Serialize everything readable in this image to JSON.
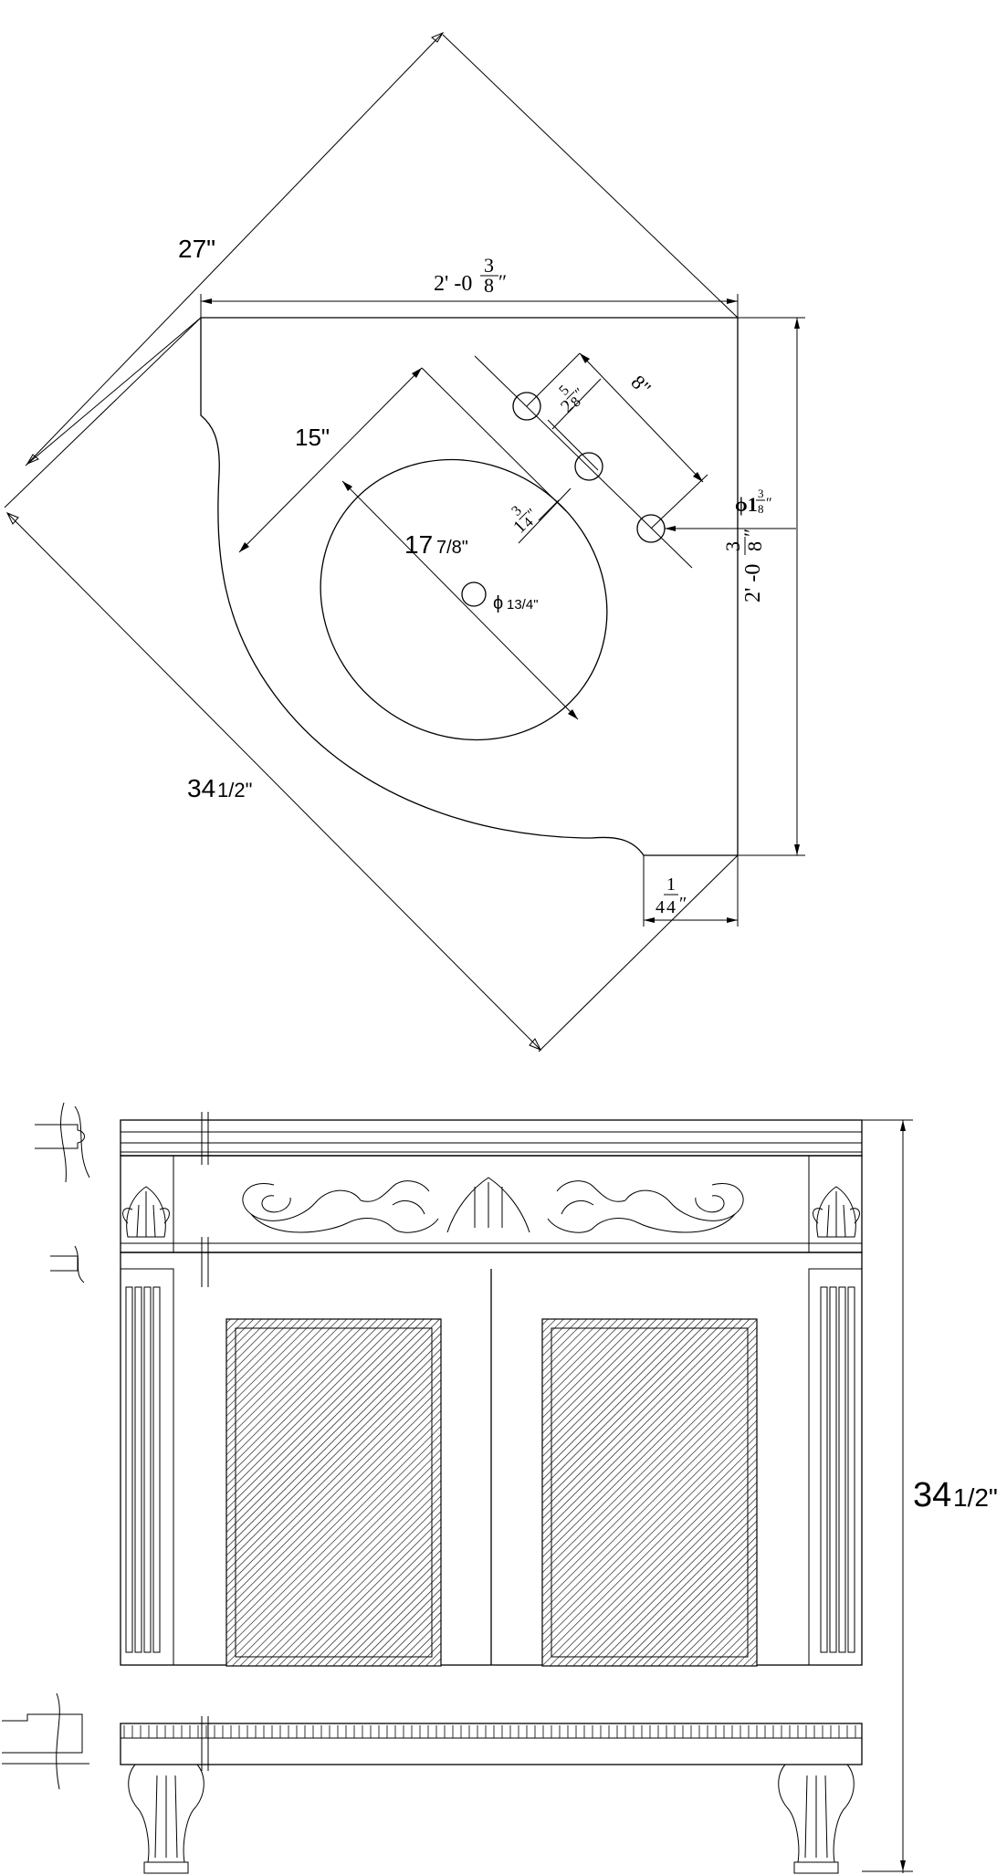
{
  "plan_view": {
    "diag_top_width": "27\"",
    "top_width_main": "2' -0",
    "top_width_num": "3",
    "top_width_den": "8",
    "bowl_depth": "15\"",
    "bowl_diameter_main": "17",
    "bowl_diameter_frac": "7/8\"",
    "drain_symbol": "ϕ",
    "drain_size": "13/4\"",
    "faucet_setback_int": "1",
    "faucet_setback_num": "3",
    "faucet_setback_den": "4",
    "hole_spacing_int": "2",
    "hole_spacing_num": "5",
    "hole_spacing_den": "8",
    "hole_span": "8\"",
    "hole_dia_int": "ϕ1",
    "hole_dia_num": "3",
    "hole_dia_den": "8",
    "side_depth_main": "2' -0",
    "side_depth_num": "3",
    "side_depth_den": "8",
    "back_offset_int": "4",
    "back_offset_num": "1",
    "back_offset_den": "4",
    "diag_depth_main": "34",
    "diag_depth_frac": "1/2\""
  },
  "elevation_view": {
    "height_main": "34",
    "height_frac": "1/2\""
  }
}
